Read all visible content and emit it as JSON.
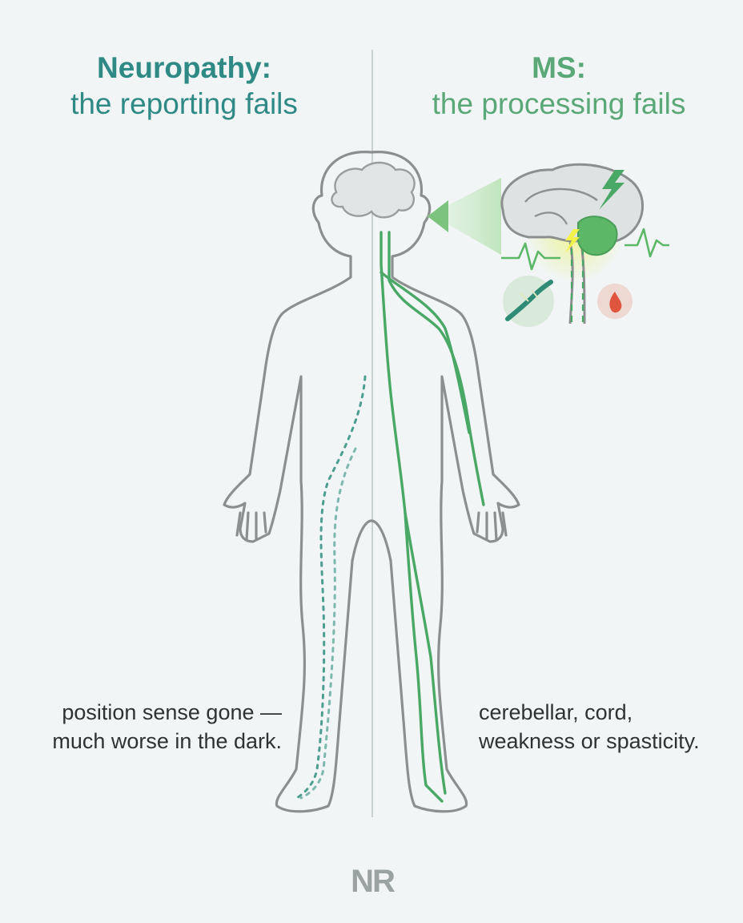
{
  "left_panel": {
    "title": "Neuropathy:",
    "subtitle": "the reporting fails",
    "caption_line1": "position sense gone —",
    "caption_line2": "much worse in the dark."
  },
  "right_panel": {
    "title": "MS:",
    "subtitle": "the processing fails",
    "caption_line1": "cerebellar, cord,",
    "caption_line2": "weakness or spasticity."
  },
  "logo_text": "NR",
  "icons": [
    "human-body-outline",
    "brain-icon",
    "lightning-icon",
    "heartbeat-icon",
    "nerve-pinch-icon",
    "flame-icon",
    "arrow-icon"
  ],
  "colors": {
    "left_accent": "#2f8a86",
    "right_accent": "#5aa877",
    "outline": "#8c8f8f",
    "nerve_green": "#4aa866",
    "dotted_teal": "#4c9e90",
    "flame_red": "#e0553d"
  }
}
